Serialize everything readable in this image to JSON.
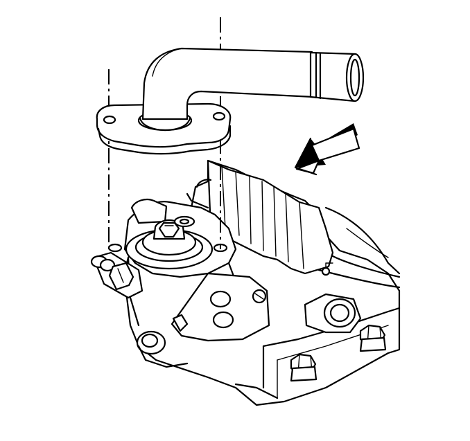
{
  "figure": {
    "background": "#ffffff",
    "ink": "#000000",
    "parts": [
      "coolant-outlet-pipe",
      "mounting-flange",
      "thermostat",
      "engine-block",
      "cylinder-head",
      "bolts",
      "direction-arrow"
    ]
  }
}
